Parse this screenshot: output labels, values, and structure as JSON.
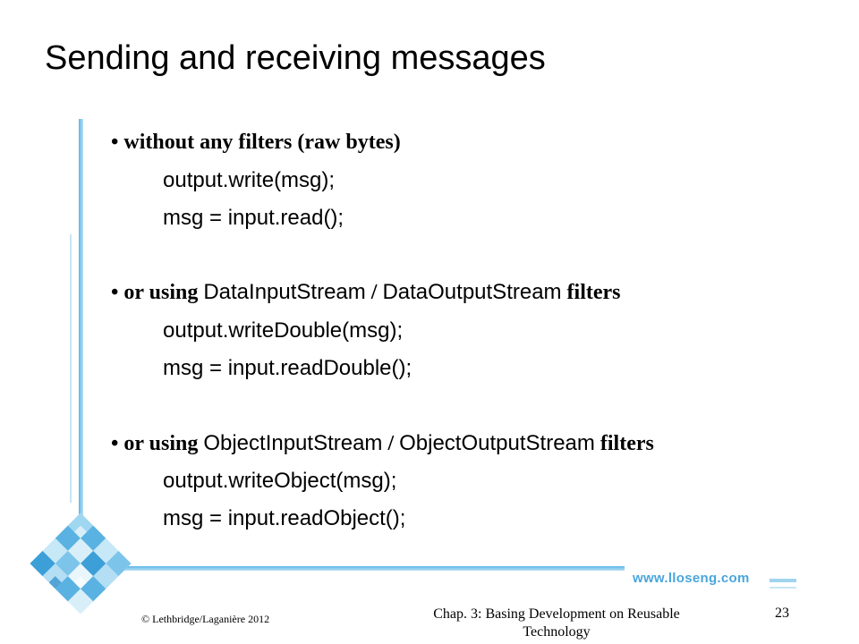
{
  "slide": {
    "title": "Sending and receiving messages",
    "bullets": [
      {
        "bullet": "•",
        "intro": "without any filters (raw bytes)",
        "code": [
          "output.write(msg);",
          "msg = input.read();"
        ]
      },
      {
        "bullet": "•",
        "intro": "or using",
        "class_a": "DataInputStream",
        "sep": "/",
        "class_b": "DataOutputStream",
        "outro": "filters",
        "code": [
          "output.writeDouble(msg);",
          "msg = input.readDouble();"
        ]
      },
      {
        "bullet": "•",
        "intro": "or using",
        "class_a": "ObjectInputStream",
        "sep": "/",
        "class_b": "ObjectOutputStream",
        "outro": "filters",
        "code": [
          "output.writeObject(msg);",
          "msg = input.readObject();"
        ]
      }
    ]
  },
  "branding": {
    "url": "www.lloseng.com",
    "accent_color": "#4aa6dc"
  },
  "footer": {
    "copyright": "© Lethbridge/Laganière 2012",
    "chapter_line1": "Chap. 3: Basing Development on Reusable",
    "chapter_line2": "Technology",
    "page_number": "23"
  }
}
